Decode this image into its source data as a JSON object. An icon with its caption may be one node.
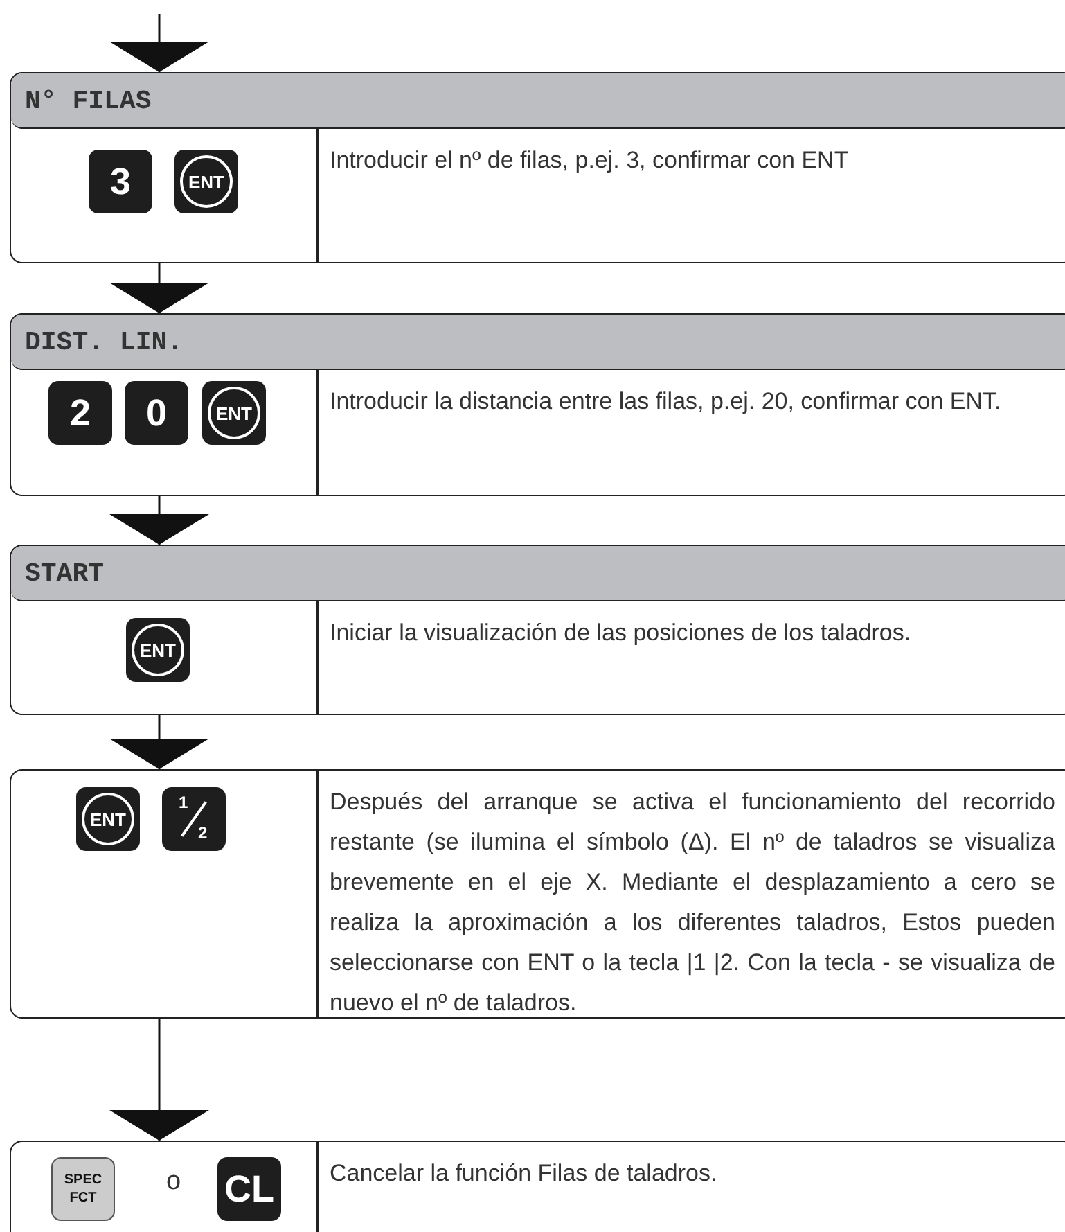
{
  "diagram": {
    "nodes": [
      {
        "text": [
          "N° FILAS",
          "Introducir el nº de filas, p.ej. 3, confirmar con ENT"
        ]
      },
      {
        "text": [
          "3"
        ],
        "in": 0
      },
      {
        "text": [
          "ENT"
        ],
        "in": 0
      },
      {
        "text": [
          "DIST. LIN.",
          "Introducir la distancia entre las filas, p.ej. 20, confirmar con ENT."
        ]
      },
      {
        "text": [
          "2"
        ],
        "in": 3
      },
      {
        "text": [
          "0"
        ],
        "in": 3
      },
      {
        "text": [
          "ENT"
        ],
        "in": 3
      },
      {
        "text": [
          "START",
          "Iniciar la visualización de las posiciones de los taladros."
        ]
      },
      {
        "text": [
          "ENT"
        ],
        "in": 7
      },
      {
        "text": [
          "Después del arranque se activa el funcionamiento del recorrido restante (se ilumina el símbolo (Δ). El nº de taladros se visualiza brevemente en el eje X. Mediante el desplazamiento a cero se realiza la aproximación a los diferentes taladros, Estos pueden seleccionarse con ENT o la tecla |1 |2. Con la tecla - se visualiza de nuevo el nº de taladros."
        ]
      },
      {
        "text": [
          "ENT"
        ],
        "in": 9
      },
      {
        "text": [
          "1",
          "2"
        ],
        "in": 9
      },
      {
        "text": [
          "Cancelar la función Filas de taladros."
        ]
      },
      {
        "text": [
          "SPEC FCT"
        ],
        "in": 12
      },
      {
        "text": [
          "CL"
        ],
        "in": 12
      }
    ],
    "edges": [
      {
        "from": null,
        "to": 0,
        "arrow": "to"
      },
      {
        "from": 0,
        "to": 3,
        "arrow": "to"
      },
      {
        "from": 3,
        "to": 7,
        "arrow": "to"
      },
      {
        "from": 7,
        "to": 9,
        "arrow": "to"
      },
      {
        "from": 9,
        "to": 12,
        "arrow": "to"
      }
    ],
    "labels": [
      "o"
    ]
  }
}
